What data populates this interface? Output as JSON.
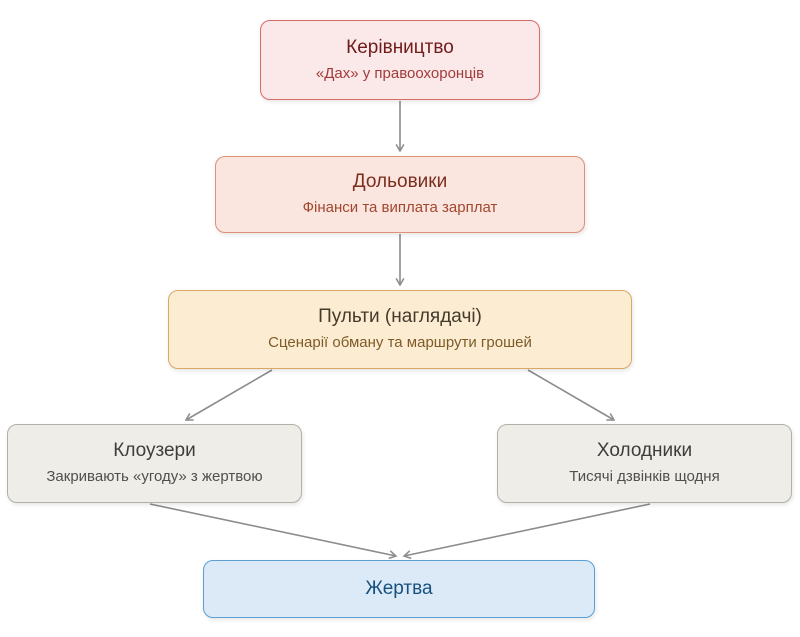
{
  "diagram_type": "flowchart",
  "language": "uk",
  "nodes": {
    "leadership": {
      "title": "Керівництво",
      "subtitle": "«Дах» у правоохоронців"
    },
    "dolovyky": {
      "title": "Дольовики",
      "subtitle": "Фінанси та виплата зарплат"
    },
    "pulty": {
      "title": "Пульти (наглядачі)",
      "subtitle": "Сценарії обману та маршрути грошей"
    },
    "closers": {
      "title": "Клоузери",
      "subtitle": "Закривають «угоду» з жертвою"
    },
    "kholodnyky": {
      "title": "Холодники",
      "subtitle": "Тисячі дзвінків щодня"
    },
    "victim": {
      "title": "Жертва"
    }
  },
  "edges": [
    {
      "from": "leadership",
      "to": "dolovyky"
    },
    {
      "from": "dolovyky",
      "to": "pulty"
    },
    {
      "from": "pulty",
      "to": "closers"
    },
    {
      "from": "pulty",
      "to": "kholodnyky"
    },
    {
      "from": "closers",
      "to": "victim"
    },
    {
      "from": "kholodnyky",
      "to": "victim"
    }
  ],
  "colors": {
    "background": "#ffffff",
    "arrow": "#8c8c8c",
    "leadership": {
      "fill": "#fbe9e9",
      "border": "#d96a6a",
      "title": "#701a1a",
      "subtitle": "#a33a3a"
    },
    "dolovyky": {
      "fill": "#fbe5df",
      "border": "#e08f7a",
      "title": "#7a2e1e",
      "subtitle": "#a1472e"
    },
    "pulty": {
      "fill": "#fcecd2",
      "border": "#d9a964",
      "title": "#443a2c",
      "subtitle": "#7d5c28"
    },
    "closers": {
      "fill": "#efede7",
      "border": "#b3b0a6",
      "title": "#3d3d3d",
      "subtitle": "#4f4f4f"
    },
    "kholodnyky": {
      "fill": "#efede7",
      "border": "#b3b0a6",
      "title": "#3d3d3d",
      "subtitle": "#4f4f4f"
    },
    "victim": {
      "fill": "#dceaf7",
      "border": "#5b9fd4",
      "title": "#17507e"
    }
  }
}
